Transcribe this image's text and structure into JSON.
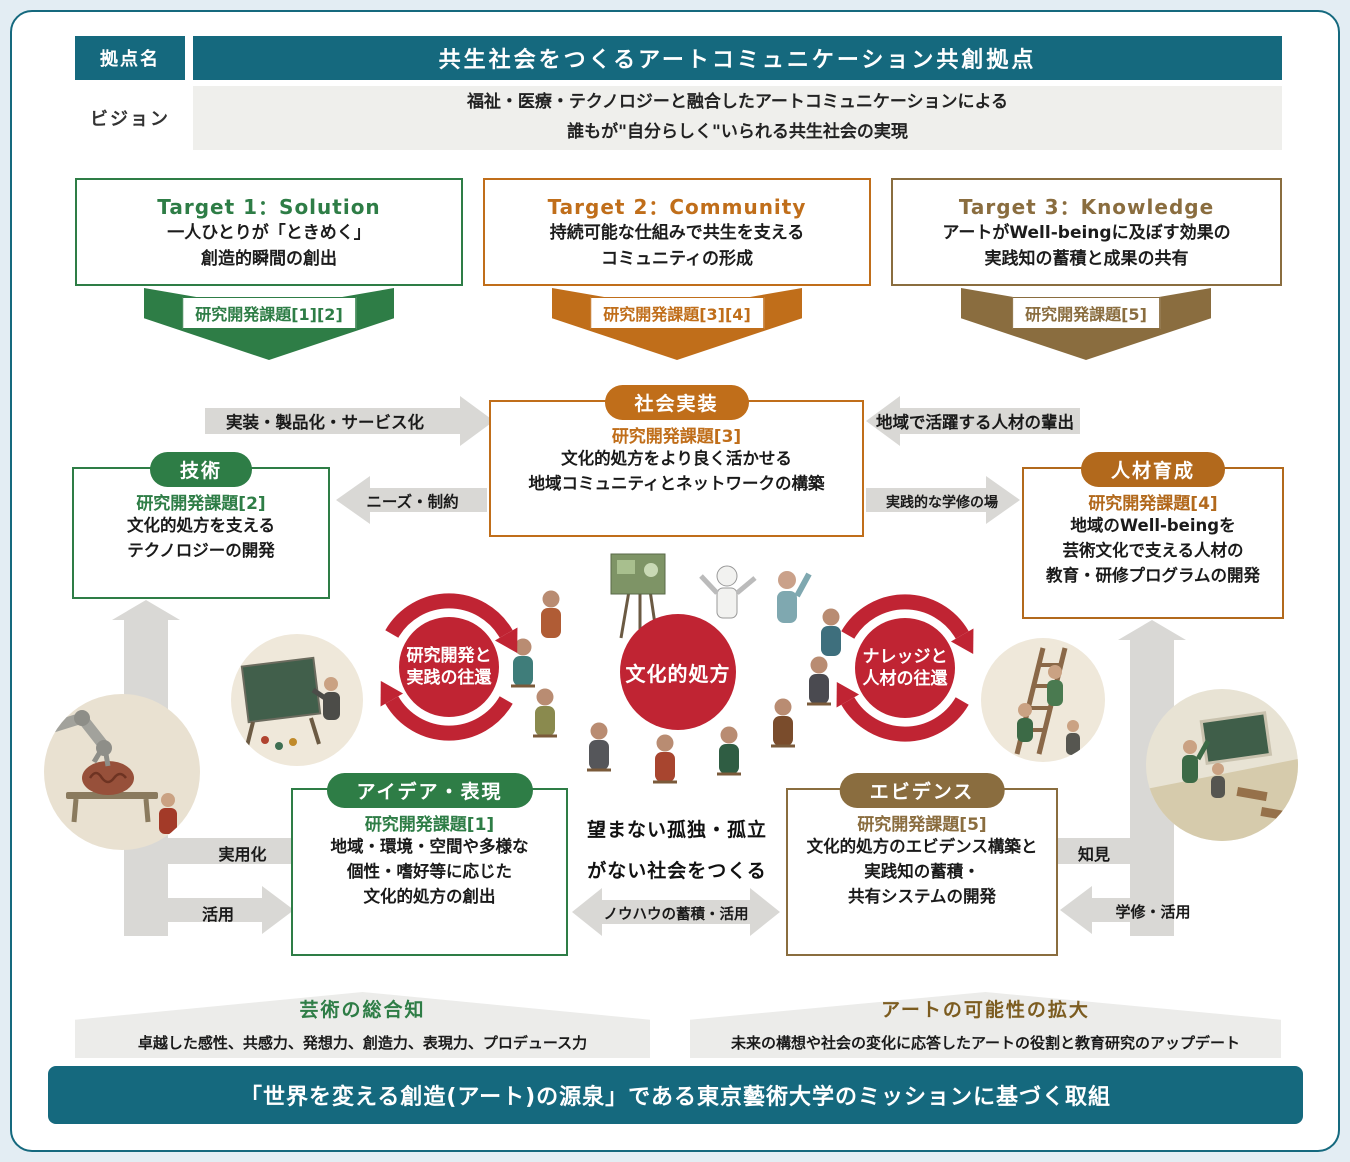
{
  "colors": {
    "teal": "#15697e",
    "green": "#2e7d46",
    "orange": "#c06e1a",
    "brown": "#8a6d3f",
    "hrd_orange": "#b2691c",
    "red": "#c02433",
    "gray_arrow": "#d9d8d5",
    "page_bg": "#e3edf3",
    "panel_gray": "#efefec"
  },
  "header": {
    "base_label": "拠点名",
    "base_title": "共生社会をつくるアートコミュニケーション共創拠点",
    "vision_label": "ビジョン",
    "vision_lines": [
      "福祉・医療・テクノロジーと融合したアートコミュニケーションによる",
      "誰もが\"自分らしく\"いられる共生社会の実現"
    ]
  },
  "targets": [
    {
      "title": "Target 1：Solution",
      "lines": [
        "一人ひとりが「ときめく」",
        "創造的瞬間の創出"
      ],
      "tag": "研究開発課題[1][2]"
    },
    {
      "title": "Target 2：Community",
      "lines": [
        "持続可能な仕組みで共生を支える",
        "コミュニティの形成"
      ],
      "tag": "研究開発課題[3][4]"
    },
    {
      "title": "Target 3：Knowledge",
      "lines": [
        "アートがWell-beingに及ぼす効果の",
        "実践知の蓄積と成果の共有"
      ],
      "tag": "研究開発課題[5]"
    }
  ],
  "nodes": {
    "implementation": {
      "pill": "社会実装",
      "task": "研究開発課題[3]",
      "lines": [
        "文化的処方をより良く活かせる",
        "地域コミュニティとネットワークの構築"
      ]
    },
    "technology": {
      "pill": "技術",
      "task": "研究開発課題[2]",
      "lines": [
        "文化的処方を支える",
        "テクノロジーの開発"
      ]
    },
    "hrd": {
      "pill": "人材育成",
      "task": "研究開発課題[4]",
      "lines": [
        "地域のWell-beingを",
        "芸術文化で支える人材の",
        "教育・研修プログラムの開発"
      ]
    },
    "idea": {
      "pill": "アイデア・表現",
      "task": "研究開発課題[1]",
      "lines": [
        "地域・環境・空間や多様な",
        "個性・嗜好等に応じた",
        "文化的処方の創出"
      ]
    },
    "evidence": {
      "pill": "エビデンス",
      "task": "研究開発課題[5]",
      "lines": [
        "文化的処方のエビデンス構築と",
        "実践知の蓄積・",
        "共有システムの開発"
      ]
    }
  },
  "center": {
    "core": "文化的処方",
    "left_cycle": [
      "研究開発と",
      "実践の往還"
    ],
    "right_cycle": [
      "ナレッジと",
      "人材の往還"
    ],
    "society_lines": [
      "望まない孤独・孤立",
      "がない社会をつくる"
    ]
  },
  "arrow_labels": {
    "impl_product": "実装・製品化・サービス化",
    "hr_output": "地域で活躍する人材の輩出",
    "needs": "ニーズ・制約",
    "learning_place": "実践的な学修の場",
    "practical_use": "実用化",
    "utilize": "活用",
    "knowledge": "知見",
    "study_use": "学修・活用",
    "knowhow": "ノウハウの蓄積・活用"
  },
  "footer": {
    "left_ribbon": {
      "title": "芸術の総合知",
      "text": "卓越した感性、共感力、発想力、創造力、表現力、プロデュース力"
    },
    "right_ribbon": {
      "title": "アートの可能性の拡大",
      "text": "未来の構想や社会の変化に応答したアートの役割と教育研究のアップデート"
    },
    "mission": "「世界を変える創造(アート)の源泉」である東京藝術大学のミッションに基づく取組"
  }
}
